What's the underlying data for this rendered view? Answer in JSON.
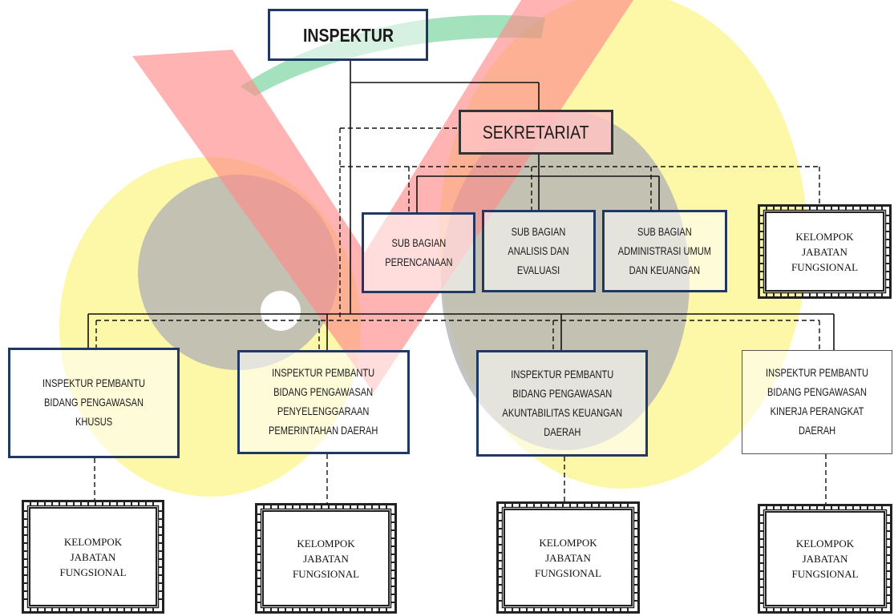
{
  "colors": {
    "box_border": "#1f3864",
    "sekretariat_fill": "#ffc3c3",
    "watermark_yellow": "#fdf7a8",
    "watermark_gray": "#b4b4b4",
    "watermark_red": "#ff8a8a",
    "watermark_green": "#49c47b"
  },
  "inspektur": {
    "label": "INSPEKTUR"
  },
  "sekretariat": {
    "label": "SEKRETARIAT"
  },
  "sub_bagian": [
    {
      "label": "SUB BAGIAN\nPERENCANAAN"
    },
    {
      "label": "SUB BAGIAN\nANALISIS DAN\nEVALUASI"
    },
    {
      "label": "SUB BAGIAN\nADMINISTRASI UMUM\nDAN KEUANGAN"
    }
  ],
  "inspektur_pembantu": [
    {
      "label": "INSPEKTUR PEMBANTU\nBIDANG PENGAWASAN\nKHUSUS"
    },
    {
      "label": "INSPEKTUR PEMBANTU\nBIDANG PENGAWASAN\nPENYELENGGARAAN\nPEMERINTAHAN DAERAH"
    },
    {
      "label": "INSPEKTUR PEMBANTU\nBIDANG PENGAWASAN\nAKUNTABILITAS KEUANGAN\nDAERAH"
    },
    {
      "label": "INSPEKTUR PEMBANTU\nBIDANG PENGAWASAN\nKINERJA PERANGKAT\nDAERAH"
    }
  ],
  "kelompok_jabatan_fungsional": [
    {
      "label": "KELOMPOK\nJABATAN\nFUNGSIONAL"
    },
    {
      "label": "KELOMPOK\nJABATAN\nFUNGSIONAL"
    },
    {
      "label": "KELOMPOK\nJABATAN\nFUNGSIONAL"
    },
    {
      "label": "KELOMPOK\nJABATAN\nFUNGSIONAL"
    },
    {
      "label": "KELOMPOK\nJABATAN\nFUNGSIONAL"
    }
  ]
}
